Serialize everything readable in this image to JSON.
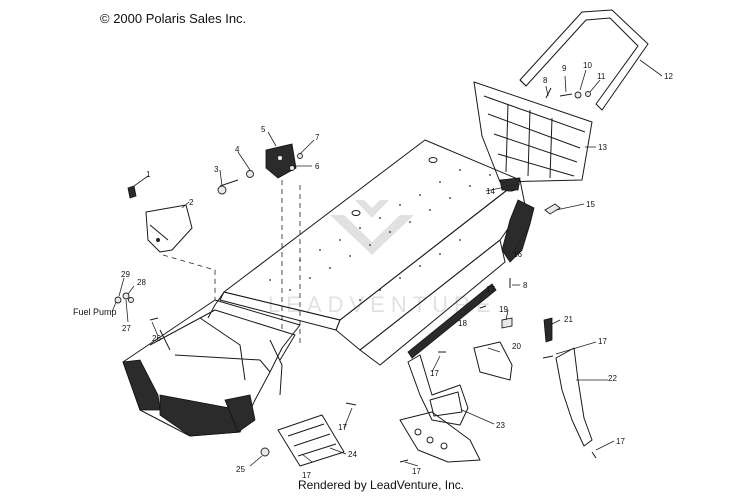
{
  "copyright": "© 2000 Polaris Sales Inc.",
  "footer": "Rendered by LeadVenture, Inc.",
  "fuel_pump_label": "Fuel Pump",
  "watermark_text": "LEADVENTURE",
  "callouts": {
    "c1": "1",
    "c2": "2",
    "c3": "3",
    "c4": "4",
    "c5": "5",
    "c6": "6",
    "c7": "7",
    "c8a": "8",
    "c8b": "8",
    "c9": "9",
    "c10": "10",
    "c11": "11",
    "c12": "12",
    "c13": "13",
    "c14": "14",
    "c15": "15",
    "c16": "16",
    "c17a": "17",
    "c17b": "17",
    "c17c": "17",
    "c17d": "17",
    "c17e": "17",
    "c17f": "17",
    "c17g": "17",
    "c18": "18",
    "c19": "19",
    "c20": "20",
    "c21": "21",
    "c22": "22",
    "c23": "23",
    "c24": "24",
    "c25": "25",
    "c26": "26",
    "c27": "27",
    "c28": "28",
    "c29": "29"
  }
}
